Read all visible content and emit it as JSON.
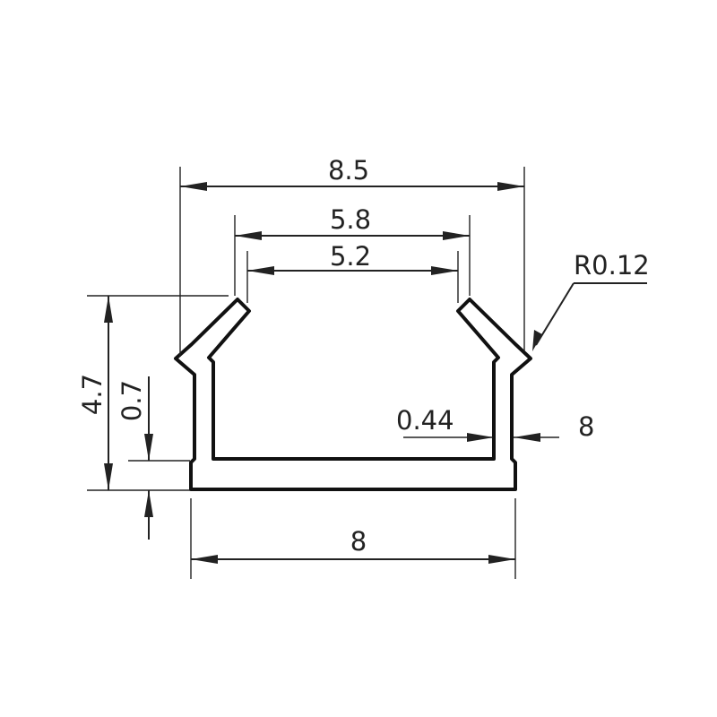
{
  "dimensions": {
    "top_width": "8.5",
    "opening_outer": "5.8",
    "opening_inner": "5.2",
    "radius": "R0.12",
    "wall_thickness": "0.44",
    "wall_thickness_side": "8",
    "total_height": "4.7",
    "base_thickness": "0.7",
    "bottom_width": "8"
  },
  "colors": {
    "line": "#222222",
    "background": "#ffffff"
  }
}
